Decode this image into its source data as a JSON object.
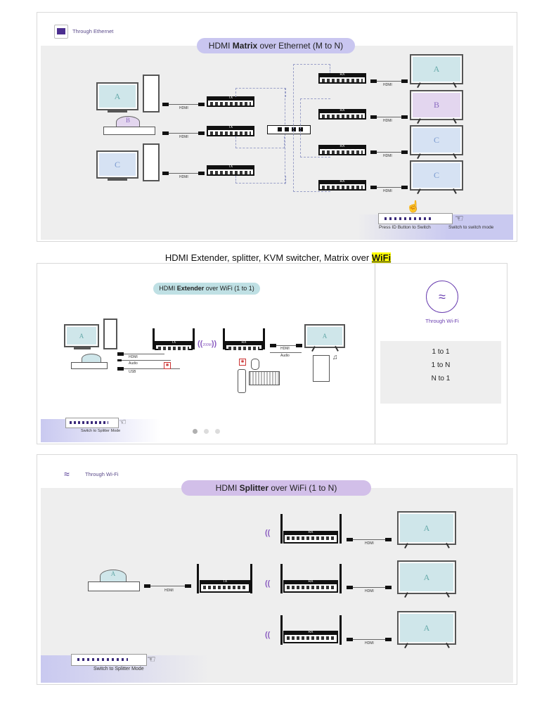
{
  "section1": {
    "badge_label": "Through Ethernet",
    "pill": {
      "pre": "HDMI ",
      "bold": "Matrix",
      "post": " over Ethernet (M to N)"
    },
    "sources": [
      {
        "letter": "A"
      },
      {
        "letter": "B"
      },
      {
        "letter": "C"
      }
    ],
    "tx_label": "TX",
    "rx_label": "RX",
    "cable_label": "HDMI",
    "displays": [
      {
        "letter": "A",
        "color": "#cfe6ea"
      },
      {
        "letter": "B",
        "color": "#e3d6ef"
      },
      {
        "letter": "C",
        "color": "#d6e2f3"
      },
      {
        "letter": "C",
        "color": "#d6e2f3"
      }
    ],
    "caption_left": "Press ID Button to Switch",
    "caption_right": "Switch to switch mode"
  },
  "heading": {
    "text": "HDMI Extender, splitter, KVM switcher, Matrix over ",
    "highlight": "WiFi"
  },
  "section2": {
    "pill": {
      "pre": "HDMI ",
      "bold": "Extender",
      "post": " over WiFi (1 to 1)"
    },
    "source_letter": "A",
    "display_letter": "A",
    "tx_label": "TX",
    "rx_label": "RX",
    "range_label": "200M",
    "cable_labels": [
      "HDMI",
      "Audio",
      "USB"
    ],
    "out_cable_labels": [
      "HDMI",
      "Audio"
    ],
    "caption": "Switch to Splitter Mode",
    "carousel_dots": 3,
    "side": {
      "badge_label": "Through Wi-Fi",
      "modes": [
        "1 to 1",
        "1 to N",
        "N to 1"
      ]
    }
  },
  "section3": {
    "badge_label": "Through Wi-Fi",
    "pill": {
      "pre": "HDMI ",
      "bold": "Splitter",
      "post": " over WiFi (1 to N)"
    },
    "source_letter": "A",
    "tx_label": "TX",
    "rx_label": "RX",
    "cable_label": "HDMI",
    "displays": [
      {
        "letter": "A"
      },
      {
        "letter": "A"
      },
      {
        "letter": "A"
      }
    ],
    "caption": "Switch to Splitter Mode"
  },
  "colors": {
    "matrix_pill": "#c9c6f0",
    "extender_pill": "#bfe0e4",
    "splitter_pill": "#d2bfe9",
    "accent_purple": "#6a3fb0",
    "highlight": "#ffff00"
  }
}
